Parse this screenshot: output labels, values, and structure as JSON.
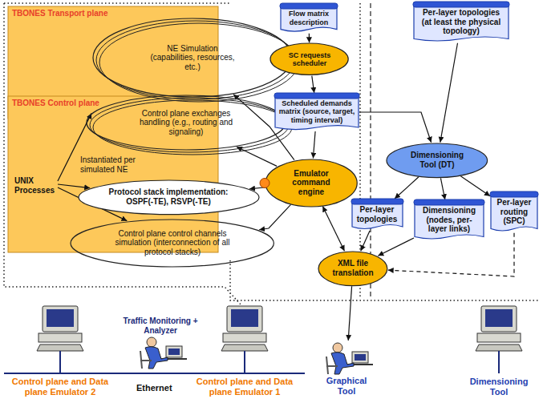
{
  "diagram": {
    "nodes": [
      {
        "text": [
          "TBONES Transport plane"
        ]
      },
      {
        "text": [
          "TBONES Control plane"
        ]
      },
      {
        "text": [
          "NE Simulation (capabilities, resources, etc.)"
        ],
        "in": 0
      },
      {
        "text": [
          "Control plane exchanges handling (e.g., routing and signaling)"
        ],
        "in": 1
      },
      {
        "text": [
          "Protocol stack implementation: OSPF(-TE), RSVP(-TE)"
        ],
        "in": 1
      },
      {
        "text": [
          "Control plane control channels simulation (interconnection of all protocol stacks)"
        ],
        "in": 1
      },
      {
        "text": [
          "Flow matrix description"
        ]
      },
      {
        "text": [
          "SC requests scheduler"
        ]
      },
      {
        "text": [
          "Scheduled demands matrix (source, target, timing interval)"
        ]
      },
      {
        "text": [
          "Per-layer topologies (at least the physical topology)"
        ]
      },
      {
        "text": [
          "Emulator command engine"
        ]
      },
      {
        "text": [
          "Dimensioning Tool (DT)"
        ]
      },
      {
        "text": [
          "Per-layer topologies"
        ]
      },
      {
        "text": [
          "Dimensioning (nodes, per-layer links)"
        ]
      },
      {
        "text": [
          "Per-layer routing (SPC)"
        ]
      },
      {
        "text": [
          "XML file translation"
        ]
      },
      {
        "text": [
          "Traffic Monitoring + Analyzer"
        ]
      },
      {
        "text": [
          "Control plane and Data plane Emulator 2"
        ]
      },
      {
        "text": [
          "Control plane and Data plane Emulator 1"
        ]
      },
      {
        "text": [
          "Graphical Tool"
        ]
      },
      {
        "text": [
          "Dimensioning Tool"
        ]
      }
    ],
    "edges": [
      {
        "from": 6,
        "to": 7,
        "arrow": "to"
      },
      {
        "from": 7,
        "to": 8,
        "arrow": "to"
      },
      {
        "from": 8,
        "to": 10,
        "arrow": "to"
      },
      {
        "from": 8,
        "to": 11,
        "arrow": "to"
      },
      {
        "from": 9,
        "to": 11,
        "arrow": "to"
      },
      {
        "from": 11,
        "to": 12,
        "arrow": "to"
      },
      {
        "from": 11,
        "to": 13,
        "arrow": "to"
      },
      {
        "from": 11,
        "to": 14,
        "arrow": "to"
      },
      {
        "from": 12,
        "to": 15,
        "arrow": "to"
      },
      {
        "from": 13,
        "to": 15,
        "arrow": "to"
      },
      {
        "from": 14,
        "to": 15,
        "arrow": "to"
      },
      {
        "from": 15,
        "to": 10,
        "arrow": "both"
      },
      {
        "from": 10,
        "to": 2,
        "arrow": "to"
      },
      {
        "from": 10,
        "to": 3,
        "arrow": "to"
      },
      {
        "from": 10,
        "to": 4,
        "arrow": "to"
      },
      {
        "from": 10,
        "to": 5,
        "arrow": "to"
      },
      {
        "from": 15,
        "to": 19,
        "arrow": "to"
      }
    ],
    "labels": [
      "Instantiated per simulated NE",
      "UNIX Processes",
      "Ethernet"
    ]
  }
}
